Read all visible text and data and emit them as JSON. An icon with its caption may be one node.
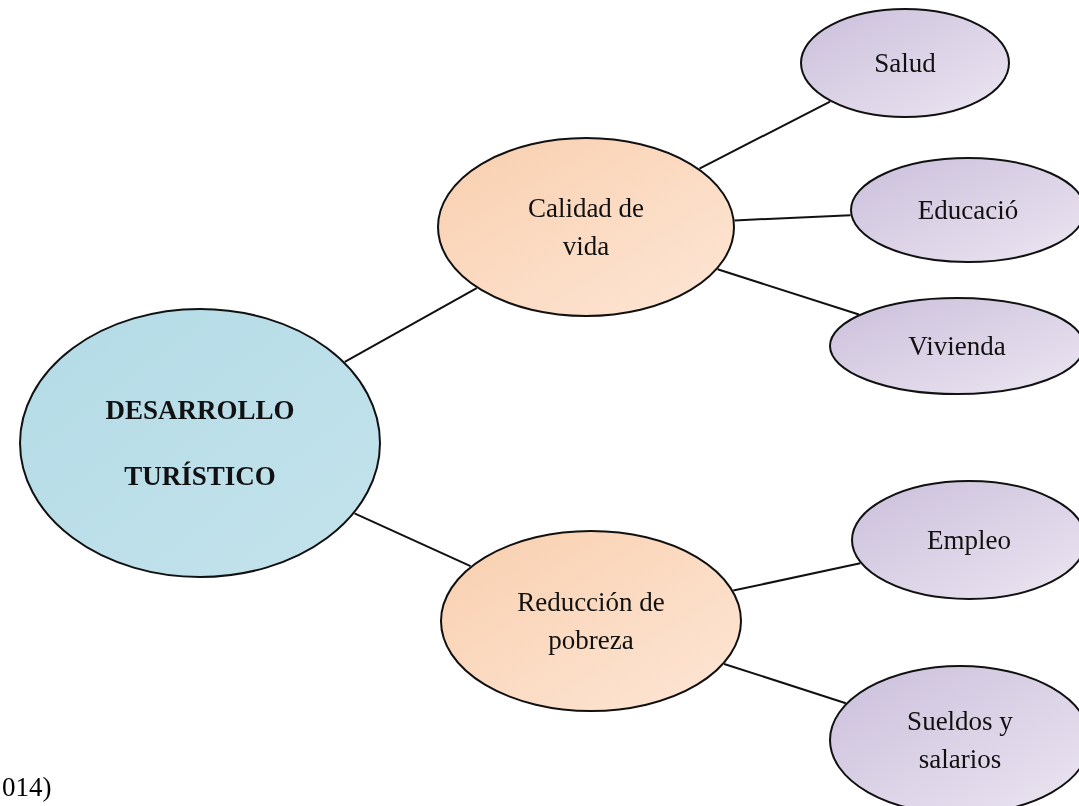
{
  "diagram": {
    "nodes": [
      {
        "text": [
          "DESARROLLO",
          "TURÍSTICO"
        ]
      },
      {
        "text": [
          "Calidad de vida"
        ]
      },
      {
        "text": [
          "Reducción de pobreza"
        ]
      },
      {
        "text": [
          "Salud"
        ]
      },
      {
        "text": [
          "Educació"
        ]
      },
      {
        "text": [
          "Vivienda"
        ]
      },
      {
        "text": [
          "Empleo"
        ]
      },
      {
        "text": [
          "Sueldos y salarios"
        ]
      }
    ],
    "edges": [
      {
        "from": 0,
        "to": 1,
        "arrow": "none"
      },
      {
        "from": 0,
        "to": 2,
        "arrow": "none"
      },
      {
        "from": 1,
        "to": 3,
        "arrow": "none"
      },
      {
        "from": 1,
        "to": 4,
        "arrow": "none"
      },
      {
        "from": 1,
        "to": 5,
        "arrow": "none"
      },
      {
        "from": 2,
        "to": 6,
        "arrow": "none"
      },
      {
        "from": 2,
        "to": 7,
        "arrow": "none"
      }
    ],
    "labels": [
      "014)"
    ]
  }
}
